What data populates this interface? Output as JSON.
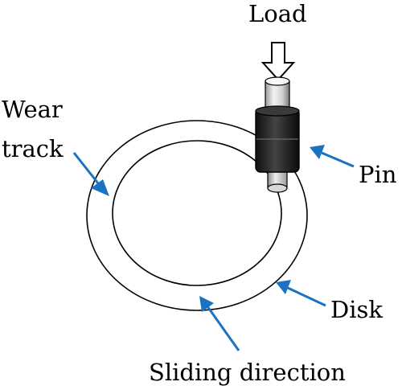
{
  "labels": {
    "load": "Load",
    "wear_track_line1": "Wear",
    "wear_track_line2": "track",
    "pin": "Pin",
    "disk": "Disk",
    "sliding_direction": "Sliding direction"
  },
  "colors": {
    "arrow": "#1a73c2",
    "outline": "#000000",
    "pin_dark": "#1e1e1e",
    "pin_light": "#e4e4e4"
  }
}
